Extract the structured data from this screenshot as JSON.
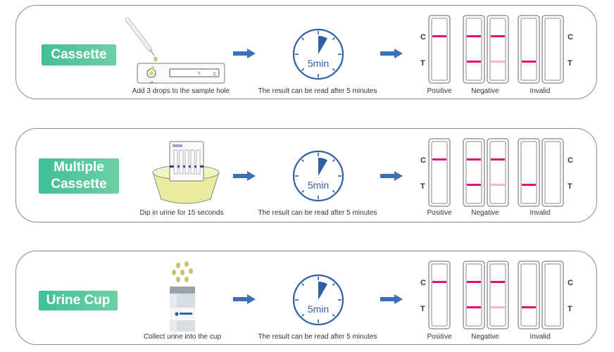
{
  "colors": {
    "label_gradient_start": "#3fbf99",
    "label_gradient_end": "#6fd0a5",
    "arrow": "#3d6fb4",
    "clock": "#2f5fa7",
    "line_strong": "#e0107a",
    "line_faint": "#f2b7cf"
  },
  "rows": [
    {
      "label_line1": "Cassette",
      "label_line2": "",
      "step1_caption": "Add 3 drops to the sample hole",
      "timer_text": "5min",
      "step2_caption": "The result can be read after 5 minutes",
      "illustration": "dropper-and-cassette",
      "cassette_marks": {
        "s": "S",
        "t": "T",
        "c": "C"
      }
    },
    {
      "label_line1": "Multiple",
      "label_line2": "Cassette",
      "step1_caption": "Dip in urine for 15 seconds",
      "timer_text": "5min",
      "step2_caption": "The result can be read after 5 minutes",
      "illustration": "dip-card-in-urine-bowl"
    },
    {
      "label_line1": "Urine Cup",
      "label_line2": "",
      "step1_caption": "Collect urine into the cup",
      "timer_text": "5min",
      "step2_caption": "The result can be read after 5 minutes",
      "illustration": "urine-drops-and-cup"
    }
  ],
  "results": {
    "c_label": "C",
    "t_label": "T",
    "positive": "Positive",
    "negative": "Negative",
    "invalid": "Invalid"
  }
}
